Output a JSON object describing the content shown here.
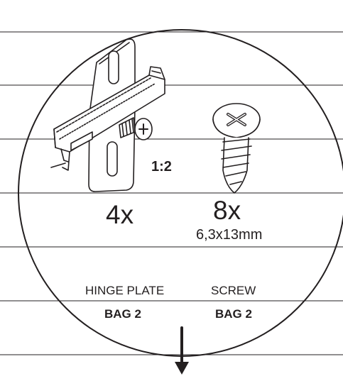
{
  "instruction": {
    "scale": "1:2",
    "parts": [
      {
        "quantity": "4x",
        "name": "HINGE PLATE",
        "bag": "BAG 2",
        "icon": "hinge-plate-icon"
      },
      {
        "quantity": "8x",
        "size": "6,3x13mm",
        "name": "SCREW",
        "bag": "BAG 2",
        "icon": "screw-icon"
      }
    ],
    "next_step_icon": "arrow-down-icon"
  }
}
